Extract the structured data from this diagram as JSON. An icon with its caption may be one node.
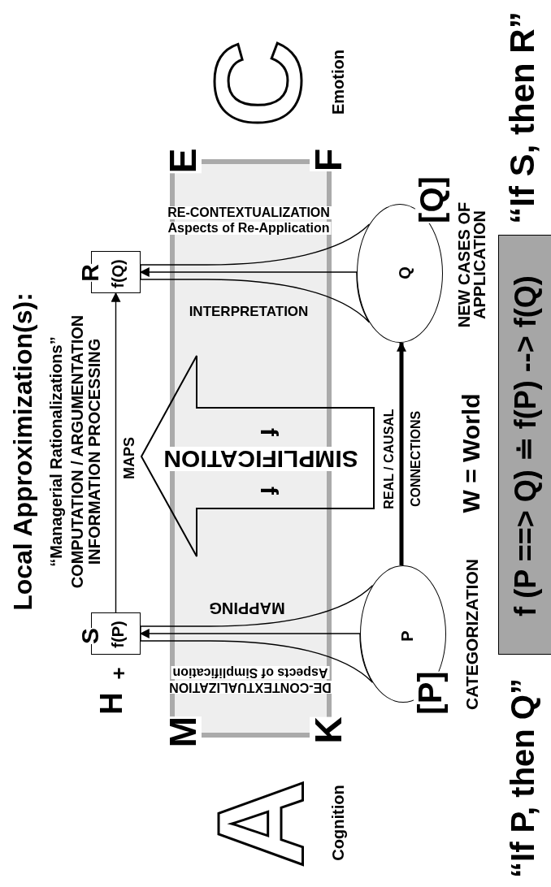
{
  "diagram": {
    "title": "Local Approximization(s):",
    "nodes": [
      {
        "text": [
          "R",
          "f(Q)"
        ]
      },
      {
        "text": [
          "S",
          "f(P)"
        ]
      },
      {
        "text": [
          "f",
          "SIMPLIFICATION",
          "f"
        ]
      },
      {
        "text": [
          "Q",
          "[Q]"
        ],
        "beside": [
          "NEW CASES OF APPLICATION"
        ]
      },
      {
        "text": [
          "P",
          "[P]"
        ],
        "beside": [
          "CATEGORIZATION"
        ]
      },
      {
        "text": [
          "f (P ==> Q) ≐ f(P) --> f(Q)"
        ]
      }
    ],
    "edges": [
      {
        "from": 4,
        "to": 1,
        "arrow": "to"
      },
      {
        "from": 3,
        "to": 0,
        "arrow": "to"
      },
      {
        "from": 1,
        "to": 0,
        "arrow": "to",
        "label": "MAPS"
      },
      {
        "from": 4,
        "to": 3,
        "arrow": "to",
        "style": "thick"
      }
    ],
    "labels": [
      "“Managerial Rationalizations”",
      "COMPUTATION / ARGUMENTATION",
      "INFORMATION PROCESSING",
      "H",
      "+",
      "C",
      "Emotion",
      "E",
      "F",
      "M",
      "K",
      "A",
      "Cognition",
      "REAL / CAUSAL",
      "CONNECTIONS",
      "W = World",
      "“If S, then R”",
      "“If P, then Q”",
      "RE-CONTEXTUALIZATION",
      "Aspects of Re-Application",
      "INTERPRETATION",
      "MAPPING",
      "DE-CONTEXTUALIZATION",
      "Aspects of Simplification"
    ]
  }
}
